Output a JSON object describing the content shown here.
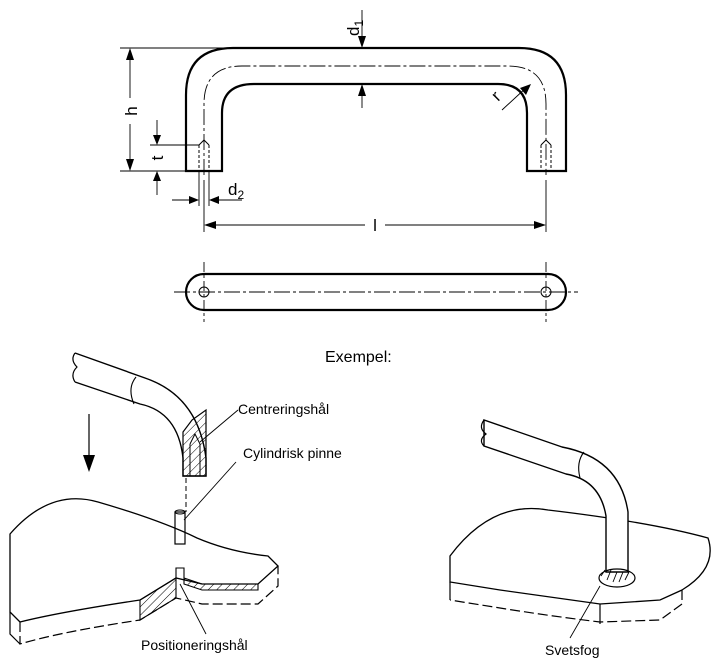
{
  "dimensions": {
    "d1": {
      "base": "d",
      "sub": "1"
    },
    "d2": {
      "base": "d",
      "sub": "2"
    },
    "h": "h",
    "t": "t",
    "r": "r",
    "l": "l"
  },
  "example_heading": "Exempel:",
  "callouts": {
    "centering_hole": "Centreringshål",
    "cylindrical_pin": "Cylindrisk pinne",
    "positioning_hole": "Positioneringshål",
    "weld_seam": "Svetsfog"
  },
  "colors": {
    "line": "#000000",
    "background": "#ffffff"
  }
}
